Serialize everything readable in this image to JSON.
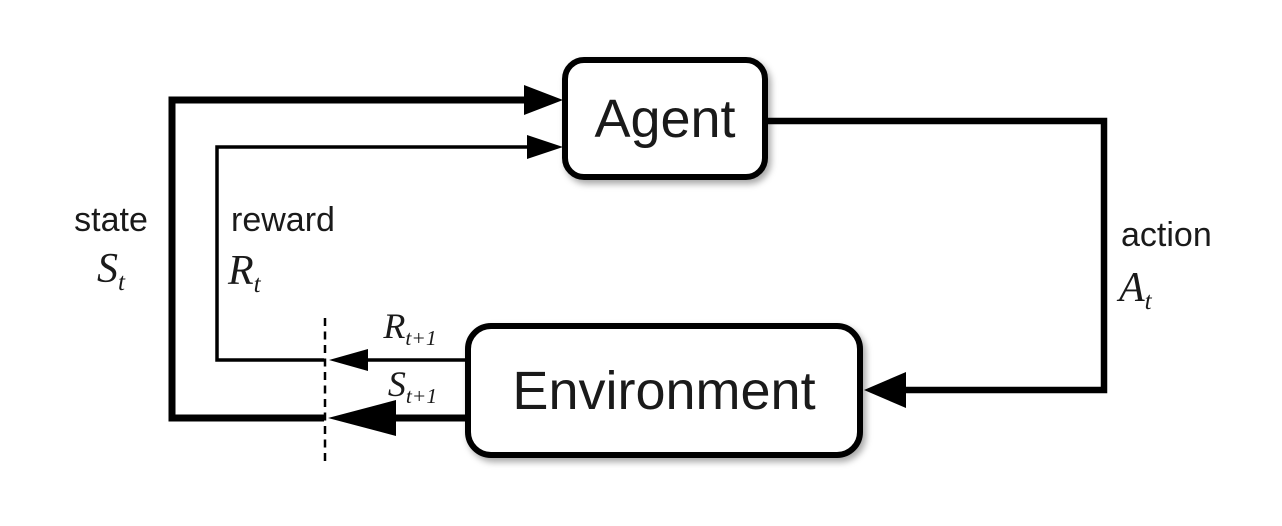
{
  "diagram": {
    "agent": {
      "label": "Agent"
    },
    "environment": {
      "label": "Environment"
    },
    "state": {
      "word": "state",
      "symbol": "S",
      "subscript": "t"
    },
    "reward": {
      "word": "reward",
      "symbol": "R",
      "subscript": "t"
    },
    "action": {
      "word": "action",
      "symbol": "A",
      "subscript": "t"
    },
    "next_reward": {
      "symbol": "R",
      "subscript": "t+1"
    },
    "next_state": {
      "symbol": "S",
      "subscript": "t+1"
    },
    "colors": {
      "line": "#000000",
      "background": "#ffffff",
      "box_fill": "#ffffff",
      "box_border": "#000000"
    }
  }
}
